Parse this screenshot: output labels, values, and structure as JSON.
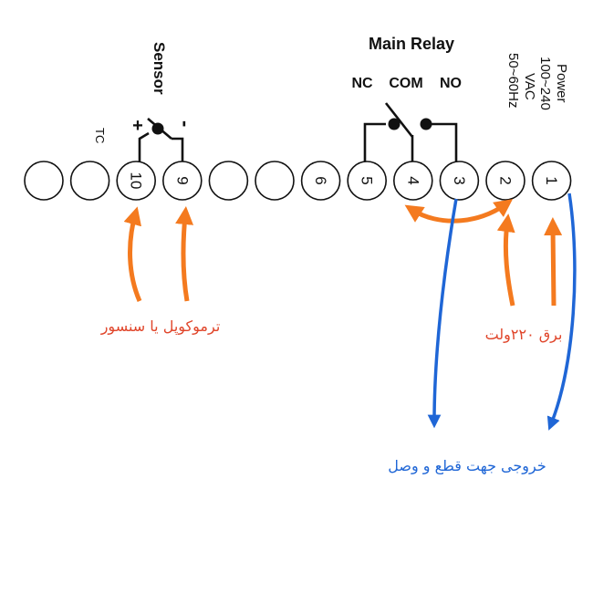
{
  "main_relay": {
    "title": "Main Relay",
    "nc": "NC",
    "com": "COM",
    "no": "NO"
  },
  "sensor": {
    "title": "Sensor",
    "tc": "TC",
    "plus": "+",
    "minus": "-"
  },
  "power": {
    "line1": "Power",
    "line2": "100~240",
    "line3": "VAC",
    "line4": "50~60Hz"
  },
  "terminals": [
    "",
    "",
    "10",
    "9",
    "",
    "",
    "6",
    "5",
    "4",
    "3",
    "2",
    "1"
  ],
  "annotations": {
    "thermocouple": "ترموکوپل یا سنسور",
    "power_220": "برق ۲۲۰ولت",
    "output": "خروجی جهت قطع و وصل"
  },
  "colors": {
    "orange": "#f47a1f",
    "blue": "#1f66d6",
    "label_red": "#e0452a",
    "label_blue": "#1f66d6",
    "ink": "#111111"
  }
}
